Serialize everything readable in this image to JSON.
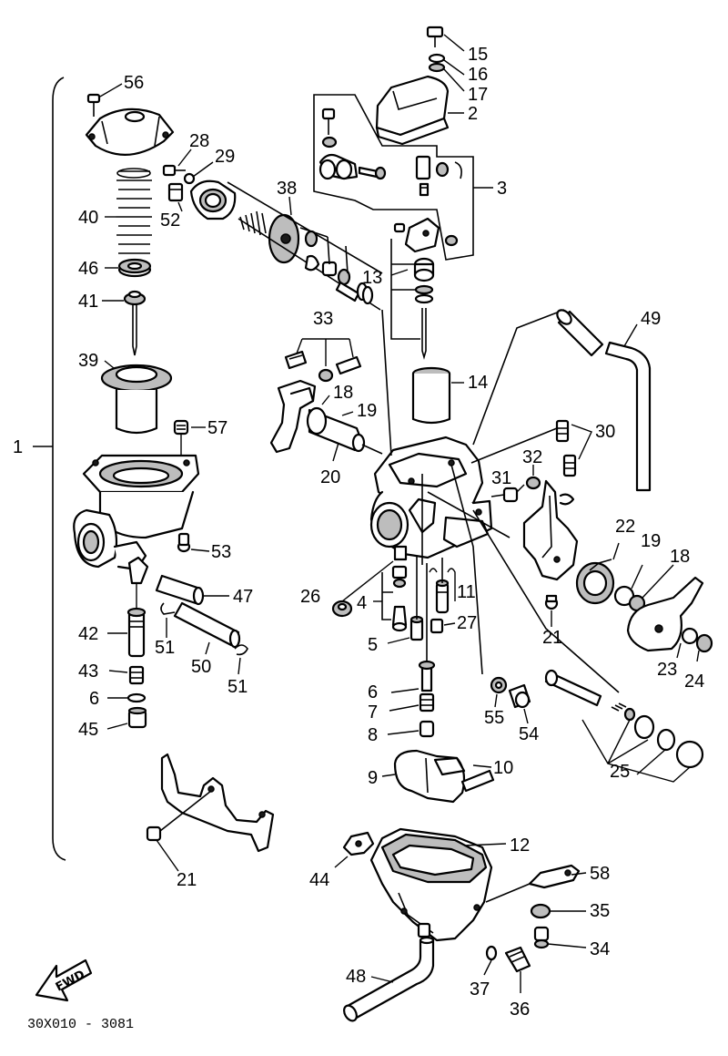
{
  "labels": {
    "p1": "1",
    "p2": "2",
    "p3": "3",
    "p4": "4",
    "p5": "5",
    "p6a": "6",
    "p6b": "6",
    "p7": "7",
    "p8": "8",
    "p9": "9",
    "p10": "10",
    "p11": "11",
    "p12": "12",
    "p13": "13",
    "p14": "14",
    "p15": "15",
    "p16": "16",
    "p17": "17",
    "p18a": "18",
    "p18b": "18",
    "p19a": "19",
    "p19b": "19",
    "p20": "20",
    "p21a": "21",
    "p21b": "21",
    "p22": "22",
    "p23": "23",
    "p24": "24",
    "p25": "25",
    "p26": "26",
    "p27": "27",
    "p28": "28",
    "p29": "29",
    "p30": "30",
    "p31": "31",
    "p32": "32",
    "p33": "33",
    "p34": "34",
    "p35": "35",
    "p36": "36",
    "p37": "37",
    "p38": "38",
    "p39": "39",
    "p40": "40",
    "p41": "41",
    "p42": "42",
    "p43": "43",
    "p44": "44",
    "p45": "45",
    "p46": "46",
    "p47": "47",
    "p48": "48",
    "p49": "49",
    "p50": "50",
    "p51a": "51",
    "p51b": "51",
    "p52": "52",
    "p53": "53",
    "p54": "54",
    "p55": "55",
    "p56": "56",
    "p57": "57",
    "p58": "58"
  },
  "fwd_arrow": "FWD",
  "drawing_code": "30X010 - 3081"
}
